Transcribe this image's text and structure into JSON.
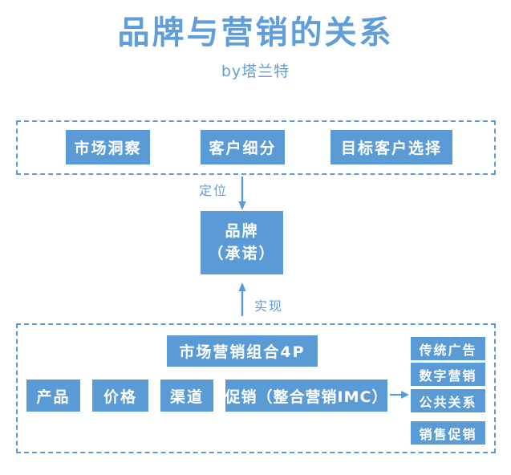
{
  "title": "品牌与营销的关系",
  "subtitle": "by塔兰特",
  "colors": {
    "box_fill": "#5b9bd5",
    "text_on_box": "#ffffff",
    "accent_text": "#5f9ddb",
    "dashed_border": "#5b9bd5",
    "background": "#ffffff"
  },
  "top_group": {
    "boxes": [
      {
        "label": "市场洞察"
      },
      {
        "label": "客户细分"
      },
      {
        "label": "目标客户选择"
      }
    ]
  },
  "connectors": {
    "down": {
      "label": "定位",
      "icon": "arrow-down-icon"
    },
    "up": {
      "label": "实现",
      "icon": "arrow-up-icon"
    },
    "right": {
      "icon": "arrow-right-icon"
    }
  },
  "brand": {
    "line1": "品牌",
    "line2": "（承诺）"
  },
  "bottom_group": {
    "header": "市场营销组合4P",
    "four_p": [
      {
        "label": "产品"
      },
      {
        "label": "价格"
      },
      {
        "label": "渠道"
      },
      {
        "label": "促销（整合营销IMC）"
      }
    ],
    "imc_channels": [
      {
        "label": "传统广告"
      },
      {
        "label": "数字营销"
      },
      {
        "label": "公共关系"
      },
      {
        "label": "销售促销"
      }
    ]
  }
}
